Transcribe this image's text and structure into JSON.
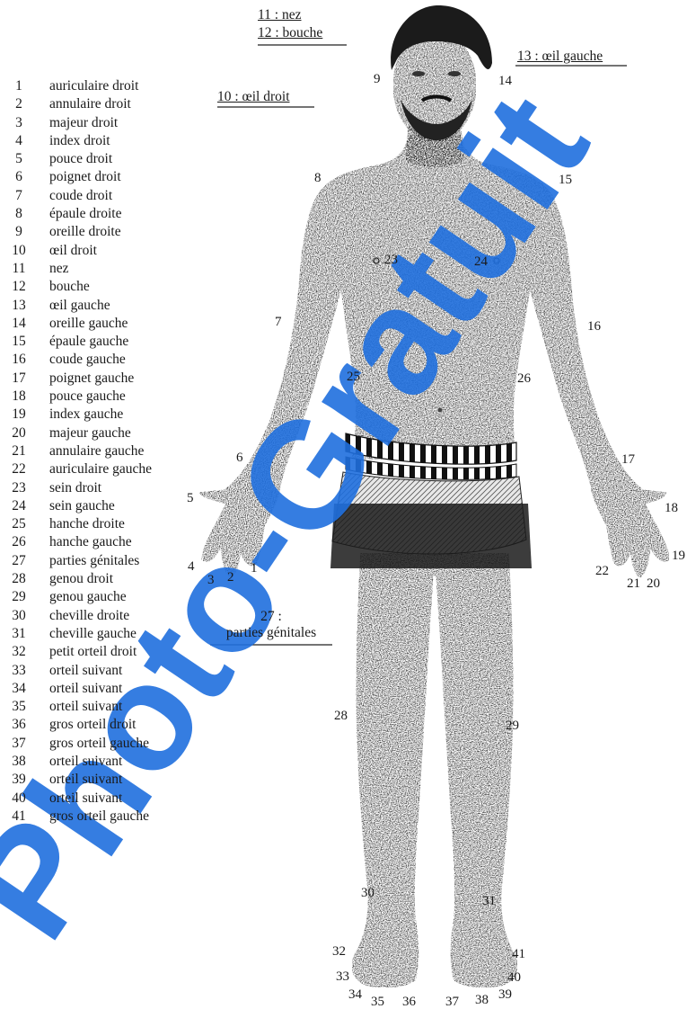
{
  "watermark": {
    "text": "Photo-Gratuit",
    "color": "#1f6fde"
  },
  "legend": [
    {
      "n": "1",
      "label": "auriculaire droit"
    },
    {
      "n": "2",
      "label": "annulaire droit"
    },
    {
      "n": "3",
      "label": "majeur droit"
    },
    {
      "n": "4",
      "label": "index droit"
    },
    {
      "n": "5",
      "label": "pouce droit"
    },
    {
      "n": "6",
      "label": "poignet droit"
    },
    {
      "n": "7",
      "label": "coude droit"
    },
    {
      "n": "8",
      "label": "épaule droite"
    },
    {
      "n": "9",
      "label": "oreille droite"
    },
    {
      "n": "10",
      "label": "œil droit"
    },
    {
      "n": "11",
      "label": "nez"
    },
    {
      "n": "12",
      "label": "bouche"
    },
    {
      "n": "13",
      "label": "œil gauche"
    },
    {
      "n": "14",
      "label": "oreille gauche"
    },
    {
      "n": "15",
      "label": "épaule gauche"
    },
    {
      "n": "16",
      "label": "coude gauche"
    },
    {
      "n": "17",
      "label": "poignet gauche"
    },
    {
      "n": "18",
      "label": "pouce gauche"
    },
    {
      "n": "19",
      "label": "index gauche"
    },
    {
      "n": "20",
      "label": "majeur gauche"
    },
    {
      "n": "21",
      "label": "annulaire gauche"
    },
    {
      "n": "22",
      "label": "auriculaire gauche"
    },
    {
      "n": "23",
      "label": "sein droit"
    },
    {
      "n": "24",
      "label": "sein gauche"
    },
    {
      "n": "25",
      "label": "hanche droite"
    },
    {
      "n": "26",
      "label": "hanche gauche"
    },
    {
      "n": "27",
      "label": "parties génitales"
    },
    {
      "n": "28",
      "label": "genou droit"
    },
    {
      "n": "29",
      "label": "genou gauche"
    },
    {
      "n": "30",
      "label": "cheville droite"
    },
    {
      "n": "31",
      "label": "cheville gauche"
    },
    {
      "n": "32",
      "label": "petit orteil droit"
    },
    {
      "n": "33",
      "label": "orteil suivant"
    },
    {
      "n": "34",
      "label": "orteil suivant"
    },
    {
      "n": "35",
      "label": "orteil suivant"
    },
    {
      "n": "36",
      "label": "gros orteil droit"
    },
    {
      "n": "37",
      "label": "gros orteil gauche"
    },
    {
      "n": "38",
      "label": "orteil suivant"
    },
    {
      "n": "39",
      "label": "orteil suivant"
    },
    {
      "n": "40",
      "label": "orteil suivant"
    },
    {
      "n": "41",
      "label": "gros orteil gauche"
    }
  ],
  "callouts": {
    "nez": "11 : nez",
    "bouche": "12 : bouche",
    "oeil_droit": "10 : œil droit",
    "oeil_gauche": "13 : œil gauche",
    "genitales_num": "27 :",
    "genitales_label": "parties génitales"
  },
  "figure_numbers": [
    {
      "n": "9"
    },
    {
      "n": "14"
    },
    {
      "n": "8"
    },
    {
      "n": "15"
    },
    {
      "n": "23"
    },
    {
      "n": "24"
    },
    {
      "n": "7"
    },
    {
      "n": "16"
    },
    {
      "n": "25"
    },
    {
      "n": "26"
    },
    {
      "n": "6"
    },
    {
      "n": "17"
    },
    {
      "n": "5"
    },
    {
      "n": "18"
    },
    {
      "n": "4"
    },
    {
      "n": "3"
    },
    {
      "n": "2"
    },
    {
      "n": "1"
    },
    {
      "n": "19"
    },
    {
      "n": "22"
    },
    {
      "n": "21"
    },
    {
      "n": "20"
    },
    {
      "n": "28"
    },
    {
      "n": "29"
    },
    {
      "n": "30"
    },
    {
      "n": "31"
    },
    {
      "n": "32"
    },
    {
      "n": "41"
    },
    {
      "n": "33"
    },
    {
      "n": "40"
    },
    {
      "n": "34"
    },
    {
      "n": "35"
    },
    {
      "n": "36"
    },
    {
      "n": "37"
    },
    {
      "n": "38"
    },
    {
      "n": "39"
    }
  ]
}
